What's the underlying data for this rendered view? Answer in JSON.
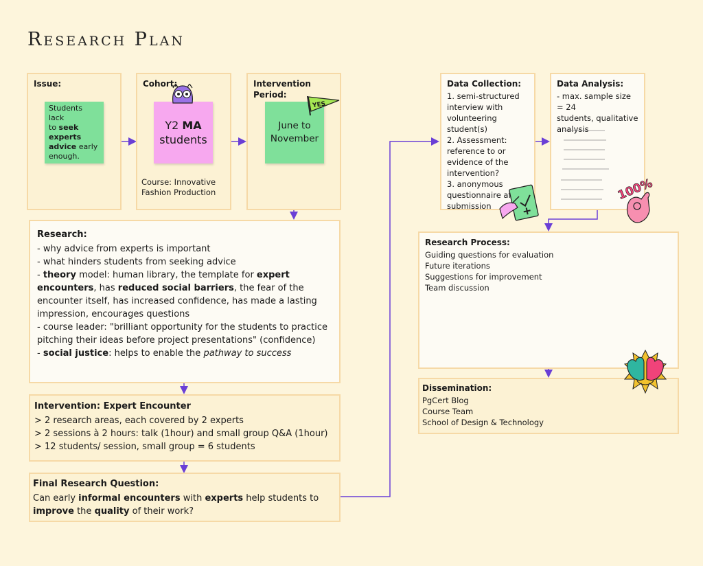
{
  "title": "Research Plan",
  "issue": {
    "heading": "Issue:",
    "note": [
      "Students lack",
      "to ",
      "seek",
      "experts",
      "advice",
      " early",
      "enough."
    ]
  },
  "cohort": {
    "heading": "Cohort:",
    "note_pre": "Y2 ",
    "note_bold": "MA",
    "note_post": "students",
    "course_label": "Course: Innovative",
    "course_rest": "Fashion Production"
  },
  "intervention_period": {
    "heading_1": "Intervention",
    "heading_2": "Period:",
    "note_1": "June to",
    "note_2": "November",
    "flag": "YES"
  },
  "research": {
    "heading": "Research:",
    "lines": [
      "- why advice from experts is important",
      "- what hinders students from seeking advice"
    ],
    "theory_prefix": "- ",
    "theory_bold": "theory",
    "theory_1": " model: human library, the template for ",
    "theory_bold_2": "expert",
    "theory_bold_3": "encounters",
    "theory_2": ", has ",
    "theory_bold_4": "reduced social barriers",
    "theory_3": ", the fear of the",
    "theory_4": "encounter itself, has increased confidence, has made a lasting",
    "theory_5": "impression, encourages questions",
    "leader_1": "- course leader: \"brilliant opportunity for the students to practice",
    "leader_2": "pitching their ideas before project presentations\" (confidence)",
    "justice_prefix": "- ",
    "justice_bold": "social justice",
    "justice_text": ": helps to enable the ",
    "justice_italic": "pathway to success"
  },
  "intervention": {
    "heading": "Intervention: Expert Encounter",
    "lines": [
      "> 2 research areas, each covered by 2 experts",
      "> 2 sessions à 2 hours: talk (1hour) and small group Q&A (1hour)",
      "> 12 students/ session, small group = 6 students"
    ]
  },
  "final_question": {
    "heading": "Final Research Question:",
    "t1": "Can early ",
    "b1": "informal encounters",
    "t2": " with ",
    "b2": "experts",
    "t3": " help students to",
    "b3": "improve",
    "t4": " the ",
    "b4": "quality",
    "t5": " of their work?"
  },
  "data_collection": {
    "heading": "Data Collection:",
    "lines": [
      "1. semi-structured",
      "interview with",
      "volunteering student(s)",
      "2. Assessment:",
      "reference to or",
      "evidence of the",
      "intervention?",
      "3. anonymous",
      "questionnaire after",
      "submission"
    ]
  },
  "data_analysis": {
    "heading": "Data Analysis:",
    "lines": [
      "- max. sample size = 24",
      "students, qualitative",
      "analysis"
    ],
    "badge": "100%"
  },
  "research_process": {
    "heading": "Research Process:",
    "lines": [
      "Guiding questions for evaluation",
      "Future iterations",
      "Suggestions for improvement",
      "Team discussion"
    ]
  },
  "dissemination": {
    "heading": "Dissemination:",
    "lines": [
      "PgCert Blog",
      "Course Team",
      "School of Design & Technology"
    ]
  },
  "colors": {
    "background": "#fdf5dc",
    "box_border": "#f6d9a6",
    "sticky_green": "#7fe09a",
    "sticky_pink": "#f7a8ef",
    "arrow": "#6a3fd6"
  },
  "icons": [
    "owl-mascot-icon",
    "yes-flag-icon",
    "checklist-hand-icon",
    "hand-100-icon",
    "hands-burst-icon"
  ]
}
